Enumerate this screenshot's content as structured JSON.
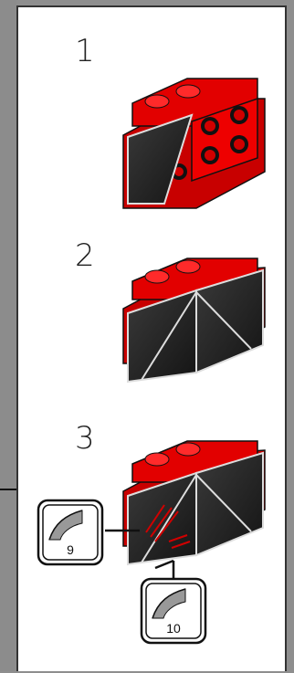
{
  "steps": [
    {
      "number": "1"
    },
    {
      "number": "2"
    },
    {
      "number": "3"
    }
  ],
  "callouts": [
    {
      "label": "9",
      "icon": "sticker-icon"
    },
    {
      "label": "10",
      "icon": "sticker-icon"
    }
  ],
  "colors": {
    "brick_red": "#e00000",
    "tile_black": "#1c1c1c",
    "background_gray": "#8e8e8e",
    "panel_white": "#ffffff"
  }
}
